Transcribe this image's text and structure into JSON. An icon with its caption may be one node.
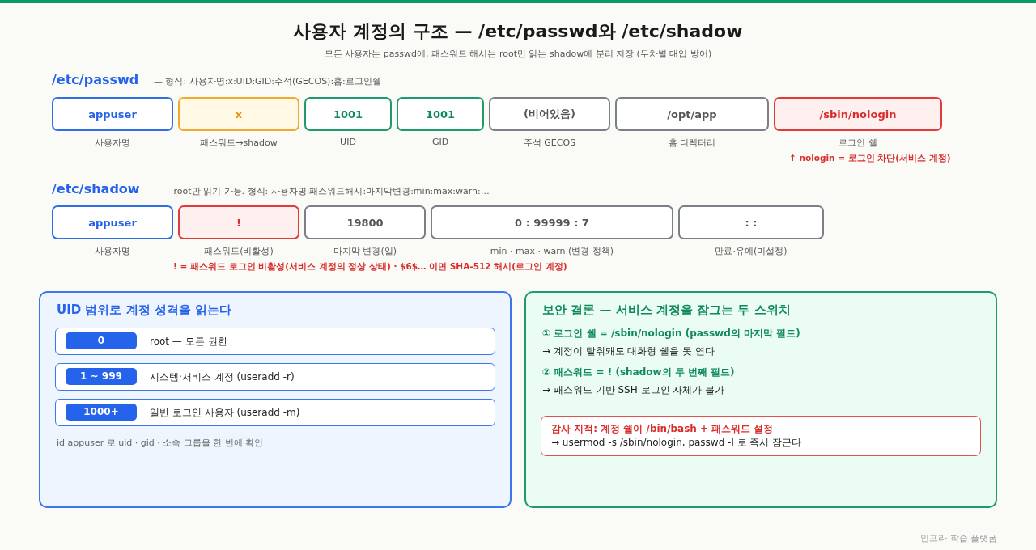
{
  "diagram": {
    "title": "사용자 계정의 구조 — /etc/passwd와 /etc/shadow",
    "caption": "모든 사용자는 passwd에, 패스워드 해시는 root만 읽는 shadow에 분리 저장 (무차별 대입 방어)",
    "nodes": [
      {
        "text": [
          "appuser"
        ],
        "beside": [
          "사용자명"
        ]
      },
      {
        "text": [
          "x"
        ],
        "beside": [
          "패스워드→shadow"
        ]
      },
      {
        "text": [
          "1001"
        ],
        "beside": [
          "UID"
        ]
      },
      {
        "text": [
          "1001"
        ],
        "beside": [
          "GID"
        ]
      },
      {
        "text": [
          "(비어있음)"
        ],
        "beside": [
          "주석 GECOS"
        ]
      },
      {
        "text": [
          "/opt/app"
        ],
        "beside": [
          "홈 디렉터리"
        ]
      },
      {
        "text": [
          "/sbin/nologin"
        ],
        "beside": [
          "로그인 쉘"
        ]
      },
      {
        "text": [
          "appuser"
        ],
        "beside": [
          "사용자명"
        ]
      },
      {
        "text": [
          "!"
        ],
        "beside": [
          "패스워드(비활성)"
        ]
      },
      {
        "text": [
          "19800"
        ],
        "beside": [
          "마지막 변경(일)"
        ]
      },
      {
        "text": [
          "0 : 99999 : 7"
        ],
        "beside": [
          "min · max · warn (변경 정책)"
        ]
      },
      {
        "text": [
          ": :"
        ],
        "beside": [
          "만료·유예(미설정)"
        ]
      },
      {
        "text": [
          "UID 범위로 계정 성격을 읽는다",
          "id appuser 로 uid · gid · 소속 그룹을 한 번에 확인"
        ]
      },
      {
        "text": [
          "0",
          "root — 모든 권한"
        ],
        "in": 12
      },
      {
        "text": [
          "1 ~ 999",
          "시스템·서비스 계정 (useradd -r)"
        ],
        "in": 12
      },
      {
        "text": [
          "1000+",
          "일반 로그인 사용자 (useradd -m)"
        ],
        "in": 12
      },
      {
        "text": [
          "보안 결론 — 서비스 계정을 잠그는 두 스위치",
          "① 로그인 쉘 = /sbin/nologin (passwd의 마지막 필드)",
          "→ 계정이 탈취돼도 대화형 쉘을 못 연다",
          "② 패스워드 = ! (shadow의 두 번째 필드)",
          "→ 패스워드 기반 SSH 로그인 자체가 불가"
        ]
      },
      {
        "text": [
          "감사 지적: 계정 쉘이 /bin/bash + 패스워드 설정",
          "→ usermod -s /sbin/nologin, passwd -l 로 즉시 잠근다"
        ],
        "in": 16
      }
    ],
    "labels": [
      "/etc/passwd",
      "— 형식: 사용자명:x:UID:GID:주석(GECOS):홈:로그인쉘",
      "↑ nologin = 로그인 차단(서비스 계정)",
      "/etc/shadow",
      "— root만 읽기 가능. 형식: 사용자명:패스워드해시:마지막변경:min:max:warn:…",
      "! = 패스워드 로그인 비활성(서비스 계정의 정상 상태) · $6$… 이면 SHA-512 해시(로그인 계정)",
      "인프라 학습 플랫폼"
    ]
  }
}
